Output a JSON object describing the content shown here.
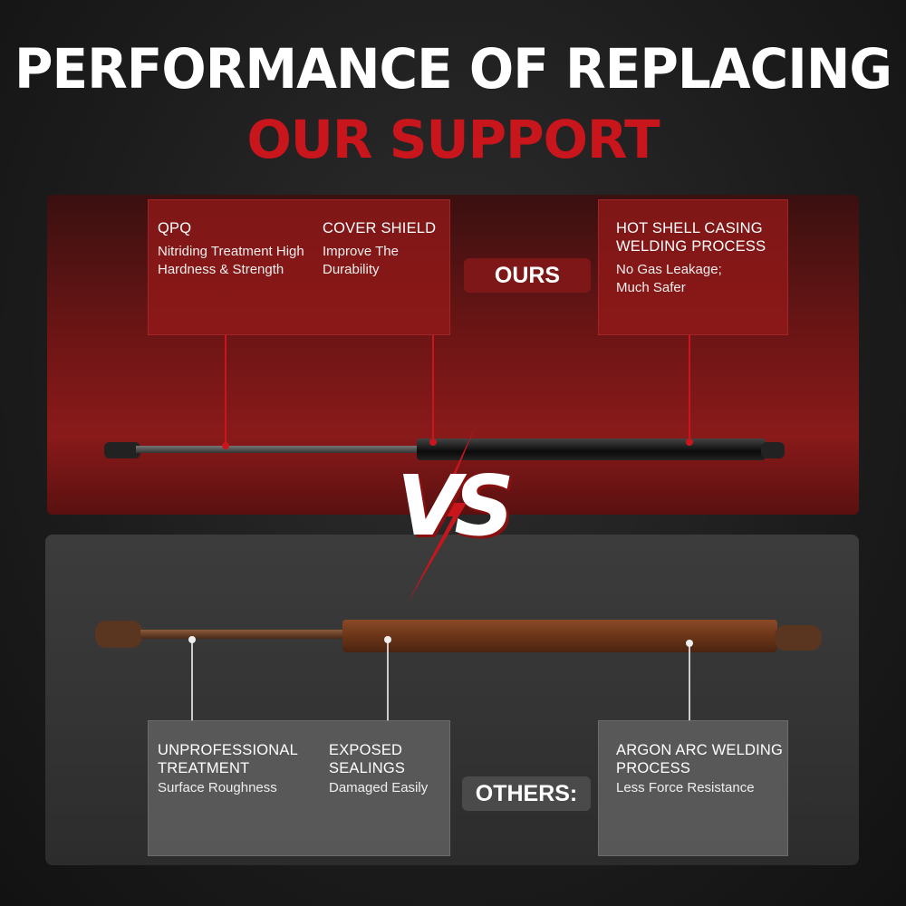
{
  "title": {
    "line1": "PERFORMANCE OF REPLACING",
    "line2": "OUR SUPPORT"
  },
  "ours": {
    "badge": "OURS",
    "features": [
      {
        "heading": "QPQ",
        "desc": "Nitriding Treatment High Hardness & Strength"
      },
      {
        "heading": "COVER SHIELD",
        "desc": "Improve The Durability"
      },
      {
        "heading": "HOT SHELL CASING WELDING PROCESS",
        "desc": "No Gas Leakage; Much Safer"
      }
    ]
  },
  "vs": "VS",
  "others": {
    "badge": "OTHERS:",
    "features": [
      {
        "heading": "UNPROFESSIONAL TREATMENT",
        "desc": "Surface Roughness"
      },
      {
        "heading": "EXPOSED SEALINGS",
        "desc": "Damaged Easily"
      },
      {
        "heading": "ARGON ARC WELDING PROCESS",
        "desc": "Less Force Resistance"
      }
    ]
  },
  "colors": {
    "accent": "#c8161c",
    "panel_red": "#8a1a1a",
    "panel_grey": "#3a3a3a"
  }
}
